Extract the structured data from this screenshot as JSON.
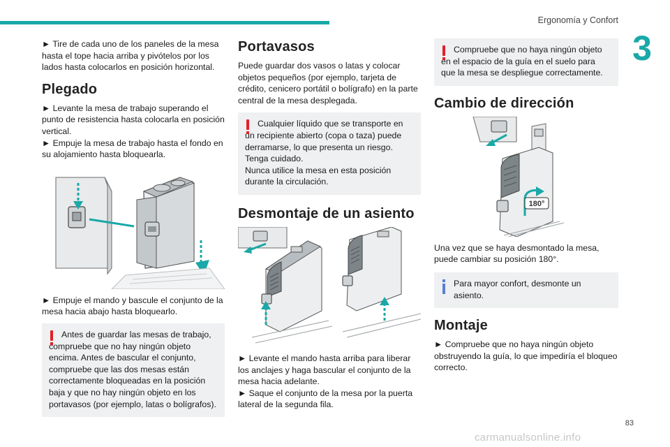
{
  "header": {
    "section": "Ergonomía y Confort",
    "chapter": "3",
    "page_number": "83"
  },
  "col1": {
    "intro": "► Tire de cada uno de los paneles de la mesa hasta el tope hacia arriba y pivótelos por los lados hasta colocarlos en posición horizontal.",
    "h_plegado": "Plegado",
    "plegado_p1": "► Levante la mesa de trabajo superando el punto de resistencia hasta colocarla en posición vertical.",
    "plegado_p2": "► Empuje la mesa de trabajo hasta el fondo en su alojamiento hasta bloquearla.",
    "after_img": "► Empuje el mando y bascule el conjunto de la mesa hacia abajo hasta bloquearlo.",
    "warning_first": "Antes de guardar las mesas de trabajo,",
    "warning_rest": "compruebe que no hay ningún objeto encima. Antes de bascular el conjunto, compruebe que las dos mesas están correctamente bloqueadas en la posición baja y que no hay ningún objeto en los portavasos (por ejemplo, latas o bolígrafos)."
  },
  "col2": {
    "h_portavasos": "Portavasos",
    "portavasos_p": "Puede guardar dos vasos o latas y colocar objetos pequeños (por ejemplo, tarjeta de crédito, cenicero portátil o bolígrafo) en la parte central de la mesa desplegada.",
    "warning_first": "Cualquier líquido que se transporte en",
    "warning_rest": "un recipiente abierto (copa o taza) puede derramarse, lo que presenta un riesgo. Tenga cuidado.",
    "warning_p2": "Nunca utilice la mesa en esta posición durante la circulación.",
    "h_desmontaje": "Desmontaje de un asiento",
    "desm_p1": "► Levante el mando hasta arriba para liberar los anclajes y haga bascular el conjunto de la mesa hacia adelante.",
    "desm_p2": "► Saque el conjunto de la mesa por la puerta lateral de la segunda fila."
  },
  "col3": {
    "warning_first": "Compruebe que no haya ningún objeto",
    "warning_rest": "en el espacio de la guía en el suelo para que la mesa se despliegue correctamente.",
    "h_cambio": "Cambio de dirección",
    "angle_label": "180°",
    "cambio_p": "Una vez que se haya desmontado la mesa, puede cambiar su posición 180°.",
    "info_first": "Para mayor confort, desmonte un",
    "info_rest": "asiento.",
    "h_montaje": "Montaje",
    "montaje_p": "► Compruebe que no haya ningún objeto obstruyendo la guía, lo que impediría el bloqueo correcto."
  },
  "footer": {
    "watermark": "carmanualsonline.info"
  },
  "colors": {
    "accent": "#1aa8a8",
    "warning": "#e2202a",
    "info": "#5b7fd6",
    "note_bg": "#eef0f1"
  },
  "icons": [
    "warning-icon",
    "info-icon"
  ]
}
